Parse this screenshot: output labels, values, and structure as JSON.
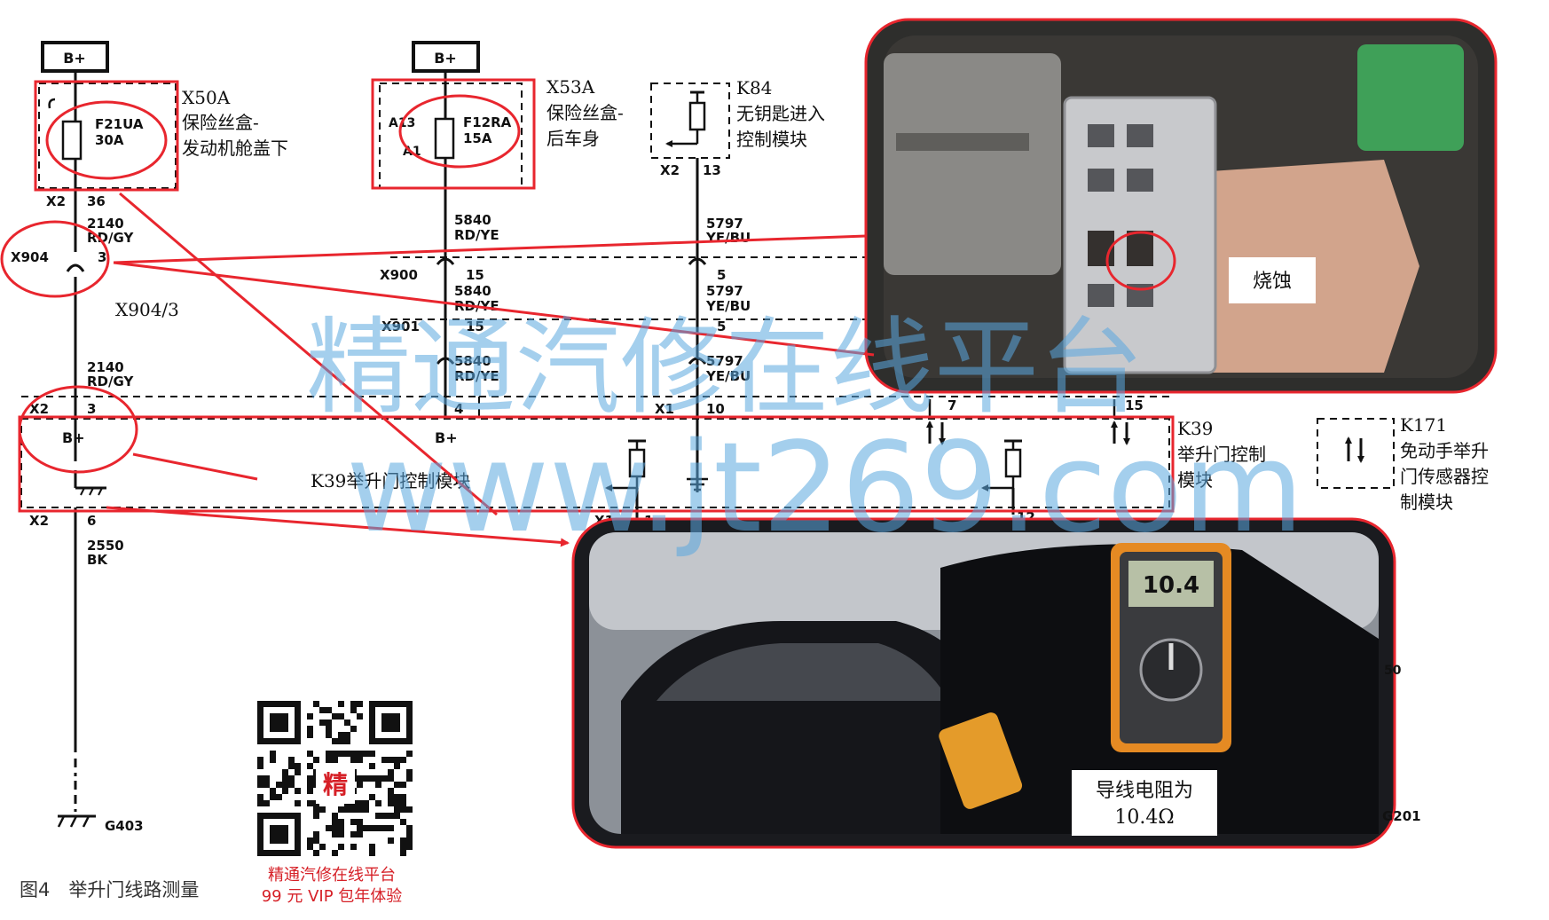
{
  "supply": {
    "b_plus": "B+"
  },
  "fuse_box_engine": {
    "id": "X50A",
    "name_line1": "保险丝盒-",
    "name_line2": "发动机舱盖下",
    "fuse_id": "F21UA",
    "fuse_rating": "30A",
    "connector": "X2",
    "pin": "36"
  },
  "fuse_box_rear": {
    "id": "X53A",
    "name_line1": "保险丝盒-",
    "name_line2": "后车身",
    "fuse_id": "F12RA",
    "fuse_rating": "15A",
    "pin_a": "A13",
    "pin_b": "A1"
  },
  "keyless_module": {
    "id": "K84",
    "name_line1": "无钥匙进入",
    "name_line2": "控制模块",
    "connector": "X2",
    "pin": "13"
  },
  "wires": {
    "w2140_num": "2140",
    "w2140_color": "RD/GY",
    "w5840_num": "5840",
    "w5840_color": "RD/YE",
    "w5797_num": "5797",
    "w5797_color": "YE/BU",
    "w2550_num": "2550",
    "w2550_color": "BK"
  },
  "inline_connectors": {
    "x904": "X904",
    "x904_pin": "3",
    "x904_note": "X904/3",
    "x900": "X900",
    "x900_pin_a": "15",
    "x900_pin_b": "5",
    "x901": "X901",
    "x901_pin_a": "15",
    "x901_pin_b": "5"
  },
  "liftgate_module": {
    "id": "K39",
    "name_line1": "举升门控制",
    "name_line2": "模块",
    "inner_label": "K39举升门控制模块",
    "x2": "X2",
    "pin_3": "3",
    "pin_4": "4",
    "x1": "X1",
    "pin_10": "10",
    "pin_7": "7",
    "pin_15": "15",
    "pin_12": "12",
    "pin_6": "6",
    "pin_1": "1"
  },
  "sensor_module": {
    "id": "K171",
    "name_line1": "免动手举升",
    "name_line2": "门传感器控",
    "name_line3": "制模块"
  },
  "ground": {
    "id": "G403",
    "photo_ground": "G201",
    "photo_edge": "50"
  },
  "photo_connector": {
    "callout": "烧蚀"
  },
  "photo_meter": {
    "reading": "10.4",
    "callout_line1": "导线电阻为",
    "callout_line2": "10.4Ω"
  },
  "watermark": {
    "line1": "精通汽修在线平台",
    "line2": "www.jt269.com"
  },
  "promo": {
    "qr_center": "精",
    "line1": "精通汽修在线平台",
    "line2": "99 元 VIP 包年体验"
  },
  "caption": "图4　举升门线路测量",
  "colors": {
    "annotation_red": "#e8262e",
    "watermark_blue": "#5aa8e0",
    "wire_black": "#111111"
  }
}
